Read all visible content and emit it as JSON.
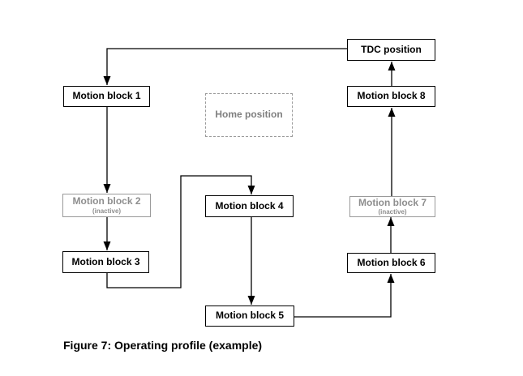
{
  "figure": {
    "caption": "Figure 7: Operating profile (example)"
  },
  "diagram": {
    "nodes": [
      {
        "id": "tdc",
        "label": "TDC position",
        "style": "active"
      },
      {
        "id": "mb1",
        "label": "Motion block 1",
        "style": "active"
      },
      {
        "id": "mb8",
        "label": "Motion block 8",
        "style": "active"
      },
      {
        "id": "home",
        "label": "Home position",
        "style": "reference"
      },
      {
        "id": "mb2",
        "label": "Motion block 2",
        "sublabel": "(inactive)",
        "style": "inactive"
      },
      {
        "id": "mb4",
        "label": "Motion block 4",
        "style": "active"
      },
      {
        "id": "mb7",
        "label": "Motion block 7",
        "sublabel": "(inactive)",
        "style": "inactive"
      },
      {
        "id": "mb3",
        "label": "Motion block 3",
        "style": "active"
      },
      {
        "id": "mb6",
        "label": "Motion block 6",
        "style": "active"
      },
      {
        "id": "mb5",
        "label": "Motion block 5",
        "style": "active"
      }
    ],
    "edges": [
      {
        "from": "TDC position",
        "to": "Motion block 1"
      },
      {
        "from": "Motion block 1",
        "to": "Motion block 2"
      },
      {
        "from": "Motion block 2",
        "to": "Motion block 3"
      },
      {
        "from": "Motion block 3",
        "to": "Motion block 4"
      },
      {
        "from": "Motion block 4",
        "to": "Motion block 5"
      },
      {
        "from": "Motion block 5",
        "to": "Motion block 6"
      },
      {
        "from": "Motion block 6",
        "to": "Motion block 7"
      },
      {
        "from": "Motion block 7",
        "to": "Motion block 8"
      },
      {
        "from": "Motion block 8",
        "to": "TDC position"
      }
    ],
    "colors": {
      "line": "#000000",
      "active_text": "#000000",
      "inactive": "#8e8e8e",
      "reference": "#7f7f7f",
      "background": "#ffffff"
    }
  }
}
